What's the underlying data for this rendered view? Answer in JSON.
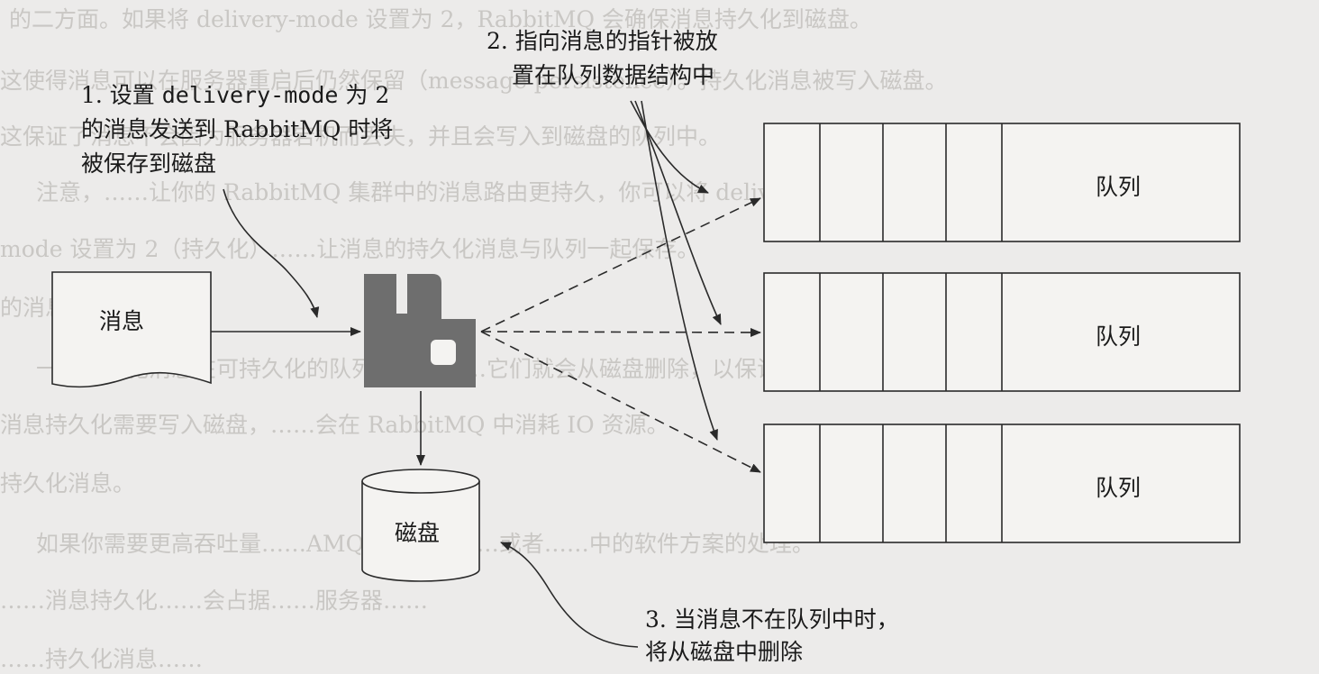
{
  "background_text": [
    "的二方面。如果将 delivery-mode 设置为 2，RabbitMQ 会确保消息持久化到磁盘。",
    "这使得消息可以在服务器重启后仍然保留（message persistence）。持久化消息被写入磁盘。",
    "这保证了消息不会因为服务器宕机而丢失，并且会写入到磁盘的队列中。",
    "注意，……让你的 RabbitMQ 集群中的消息路由更持久，你可以将 delivery-",
    "mode 设置为 2（持久化）……让消息的持久化消息与队列一起保存。",
    "的消息进行存储。",
    "一旦持久化消息在可持久化的队列中消费……它们就会从磁盘删除，以保证队列所需的空间。",
    "消息持久化需要写入磁盘，……会在 RabbitMQ 中消耗 IO 资源。",
    "持久化消息。",
    "如果你需要更高吞吐量……AMQP 服务器……或者……中的软件方案的处理。",
    "……消息持久化……会占据……服务器……",
    "……持久化消息……"
  ],
  "message_box": {
    "label": "消息"
  },
  "disk": {
    "label": "磁盘"
  },
  "queues": [
    {
      "label": "队列"
    },
    {
      "label": "队列"
    },
    {
      "label": "队列"
    }
  ],
  "annotations": {
    "step1": {
      "line1_prefix": "1. 设置 ",
      "line1_code": "delivery-mode",
      "line1_suffix": " 为 2",
      "line2": "的消息发送到 RabbitMQ 时将",
      "line3": "被保存到磁盘"
    },
    "step2": {
      "line1": "2. 指向消息的指针被放",
      "line2": "置在队列数据结构中"
    },
    "step3": {
      "line1": "3. 当消息不在队列中时，",
      "line2": "将从磁盘中删除"
    }
  },
  "colors": {
    "background": "#ecebea",
    "rabbitmq_logo": "#6e6e6e",
    "stroke": "#2a2a2a"
  },
  "icons": {
    "broker": "rabbitmq-logo-icon"
  }
}
